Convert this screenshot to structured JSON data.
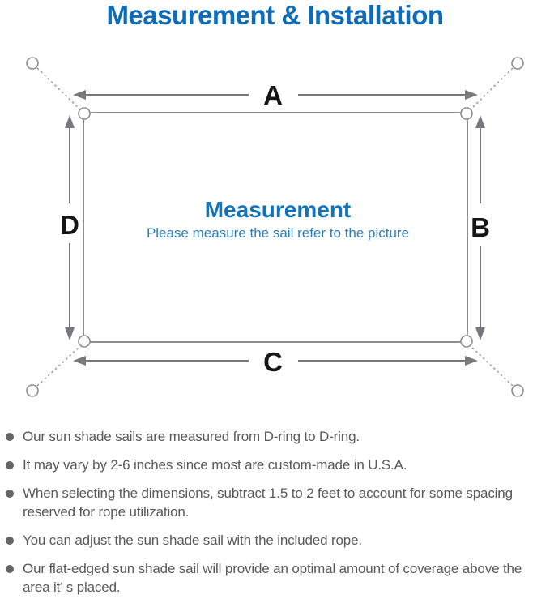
{
  "title": "Measurement & Installation",
  "colors": {
    "title_blue": "#0d6bb7",
    "diagram_blue": "#1173b9",
    "subtitle_blue": "#2e7eb8",
    "line_gray": "#8b8e91",
    "arrow_gray": "#76787b",
    "label_black": "#161616",
    "note_gray": "#58595b",
    "bullet_gray": "#636568",
    "page_bg": "#ffffff"
  },
  "diagram": {
    "labels": {
      "top": "A",
      "right": "B",
      "bottom": "C",
      "left": "D"
    },
    "center_title": "Measurement",
    "center_subtitle": "Please measure the sail refer to the picture"
  },
  "notes": [
    "Our sun shade sails are measured from D-ring to D-ring.",
    "It may vary by 2-6 inches since most are custom-made in U.S.A.",
    "When selecting the dimensions, subtract 1.5 to 2 feet to account for some spacing reserved for rope utilization.",
    "You can adjust the sun shade sail with the included rope.",
    "Our flat-edged sun shade sail will provide an optimal amount of coverage above the area it’ s placed."
  ]
}
